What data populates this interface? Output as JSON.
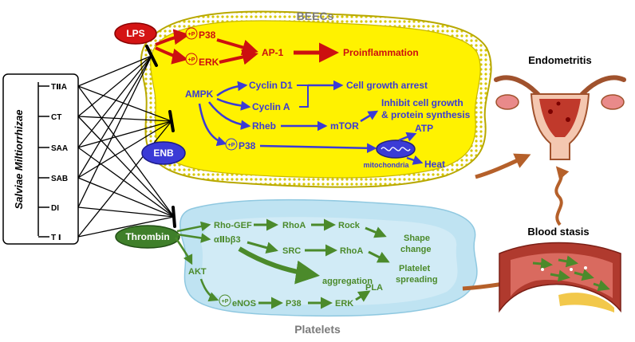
{
  "labels": {
    "beecs": "BEECs",
    "platelets": "Platelets",
    "endometritis": "Endometritis",
    "blood_stasis": "Blood stasis",
    "salviae": "Salviae Miltiorrhizae",
    "lps": "LPS",
    "enb": "ENB",
    "thrombin": "Thrombin"
  },
  "compounds": [
    "TⅡA",
    "CT",
    "SAA",
    "SAB",
    "DI",
    "T Ⅰ"
  ],
  "phospho": "+P",
  "beecs_nodes": {
    "p38_top": "P38",
    "erk": "ERK",
    "ap1": "AP-1",
    "proinflammation": "Proinflammation",
    "ampk": "AMPK",
    "cyclin_d1": "Cyclin D1",
    "cyclin_a": "Cyclin A",
    "growth_arrest": "Cell growth arrest",
    "inhibit_1": "Inhibit cell growth",
    "inhibit_2": "& protein synthesis",
    "rheb": "Rheb",
    "mtor": "mTOR",
    "atp": "ATP",
    "p38_bottom": "P38",
    "mitochondria": "mitochondria",
    "heat": "Heat"
  },
  "platelet_nodes": {
    "rho_gef": "Rho-GEF",
    "rhoa_1": "RhoA",
    "rock": "Rock",
    "shape_1": "Shape",
    "shape_2": "change",
    "integrin": "αⅡbβ3",
    "src": "SRC",
    "rhoa_2": "RhoA",
    "spread_1": "Platelet",
    "spread_2": "spreading",
    "akt": "AKT",
    "aggregation": "aggregation",
    "enos": "eNOS",
    "p38": "P38",
    "erk": "ERK",
    "pla": "PLA"
  },
  "colors": {
    "cell_yellow": "#fff200",
    "cell_border": "#b8a800",
    "platelet_blue": "#bfe3f2",
    "red_text": "#cc1010",
    "blue_text": "#3b3bd6",
    "green_text": "#4b8a2b",
    "brown_arrow": "#b5602a",
    "lps_red": "#d41414",
    "enb_blue": "#3b3bd6",
    "thrombin_green": "#3f7f2a"
  }
}
